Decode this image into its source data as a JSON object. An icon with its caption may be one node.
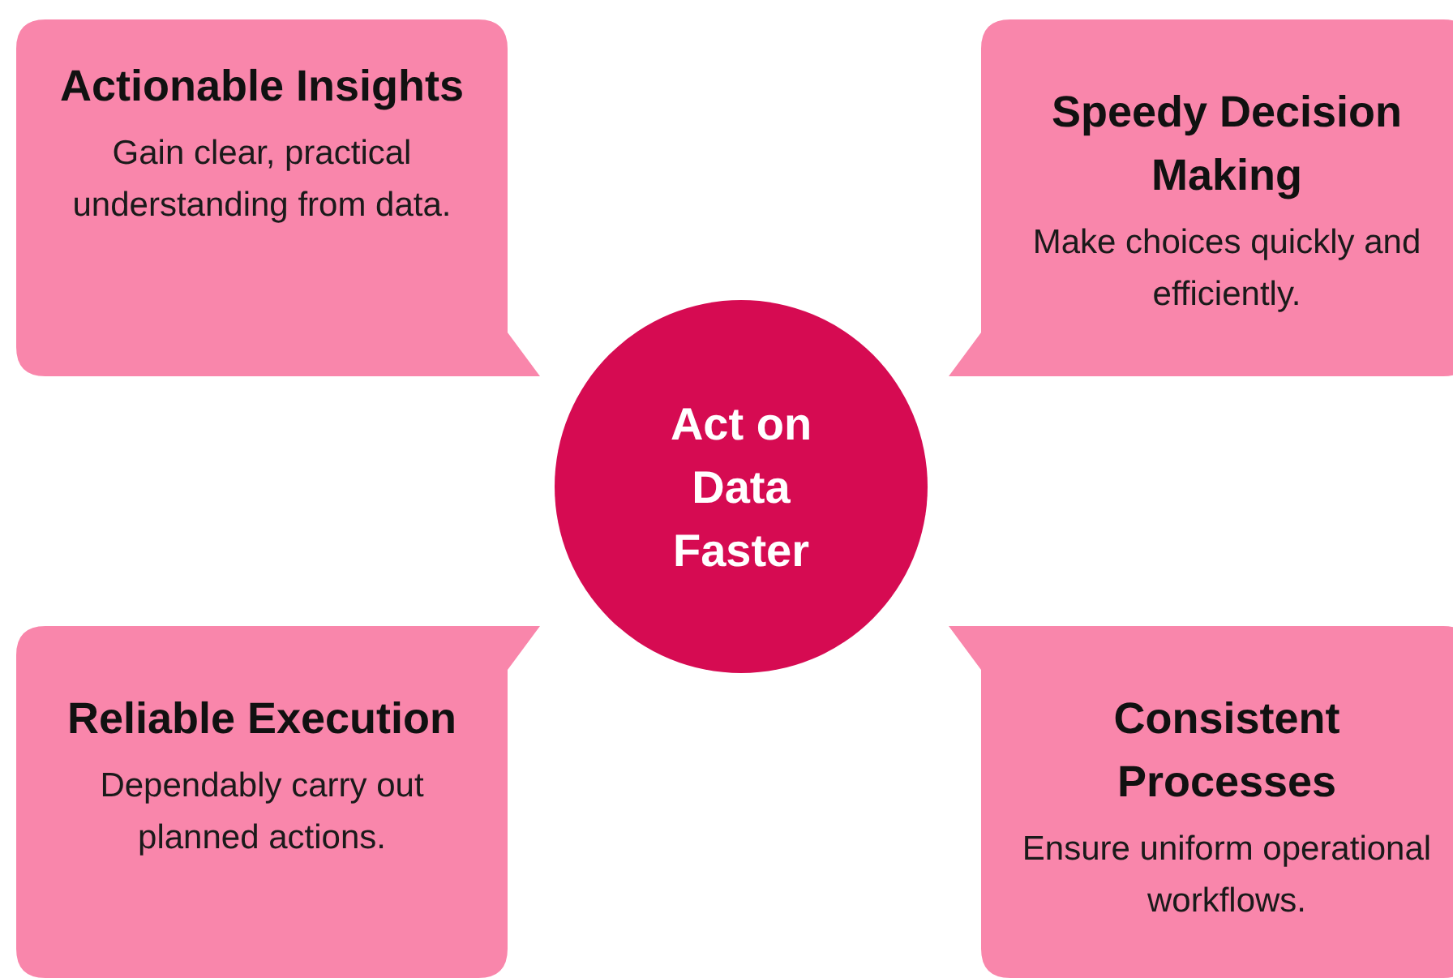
{
  "diagram": {
    "nodes": [
      {
        "text": [
          "Actionable Insights",
          "Gain clear, practical understanding from data."
        ]
      },
      {
        "text": [
          "Speedy Decision Making",
          "Make choices quickly and efficiently."
        ]
      },
      {
        "text": [
          "Act on Data Faster"
        ]
      },
      {
        "text": [
          "Reliable Execution",
          "Dependably carry out planned actions."
        ]
      },
      {
        "text": [
          "Consistent Processes",
          "Ensure uniform operational workflows."
        ]
      }
    ]
  }
}
